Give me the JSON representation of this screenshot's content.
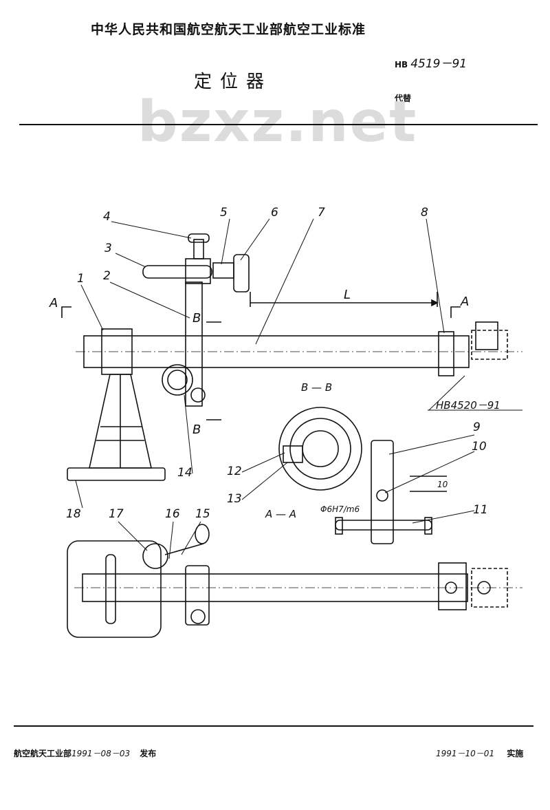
{
  "header": {
    "org": "中华人民共和国航空航天工业部航空工业标准",
    "title": "定位器",
    "std_prefix": "HB",
    "std_number": "4519－91",
    "replace": "代替"
  },
  "watermark": "bzxz.net",
  "drawing": {
    "callouts": [
      "1",
      "2",
      "3",
      "4",
      "5",
      "6",
      "7",
      "8",
      "9",
      "10",
      "11",
      "12",
      "13",
      "14",
      "15",
      "16",
      "17",
      "18"
    ],
    "section_a": "A",
    "section_b": "B",
    "dim_l": "L",
    "ref_std": "HB4520－91",
    "view_bb": "B — B",
    "view_aa": "A — A",
    "fit": "Φ6H7/m6",
    "dim_10": "10"
  },
  "footer": {
    "issuer": "航空航天工业部",
    "issue_date": "1991－08－03",
    "issue_label": "发布",
    "impl_date": "1991－10－01",
    "impl_label": "实施"
  }
}
